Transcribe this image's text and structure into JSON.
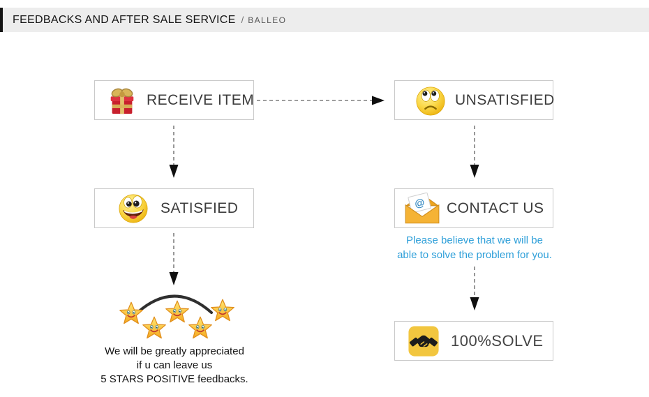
{
  "header": {
    "title": "FEEDBACKS AND AFTER SALE SERVICE",
    "separator": "/",
    "brand": "BALLEO"
  },
  "flow": {
    "receive_label": "RECEIVE ITEM",
    "unsatisfied_label": "UNSATISFIED",
    "satisfied_label": "SATISFIED",
    "contact_label": "CONTACT US",
    "solve_label": "100%SOLVE",
    "contact_note_line1": "Please believe that we will be",
    "contact_note_line2": "able to solve the problem for you.",
    "rating_note_line1": "We will be greatly appreciated",
    "rating_note_line2": "if u can leave us",
    "rating_note_line3": "5 STARS POSITIVE feedbacks."
  },
  "icons": {
    "gift-icon": "🎁",
    "sad-face-icon": "🙁",
    "happy-face-icon": "😃",
    "email-icon": "📧",
    "handshake-icon": "🤝",
    "smiley-star-icon": "⭐",
    "down-arrow-icon": "↓",
    "right-arrow-icon": "→"
  },
  "colors": {
    "header_bg": "#ededed",
    "header_accent": "#141414",
    "box_border": "#c9c9c9",
    "box_text": "#3d3d3d",
    "note_blue": "#2e9fd9",
    "arrow_dash": "#7f7f7f",
    "arrow_head": "#101010",
    "gift_red": "#c8202d",
    "gold": "#d9b558",
    "face_yellow": "#f6c61e",
    "envelope_amber": "#f5b335",
    "handshake_yellow": "#f2c63f",
    "star_gold": "#f6a91f"
  }
}
